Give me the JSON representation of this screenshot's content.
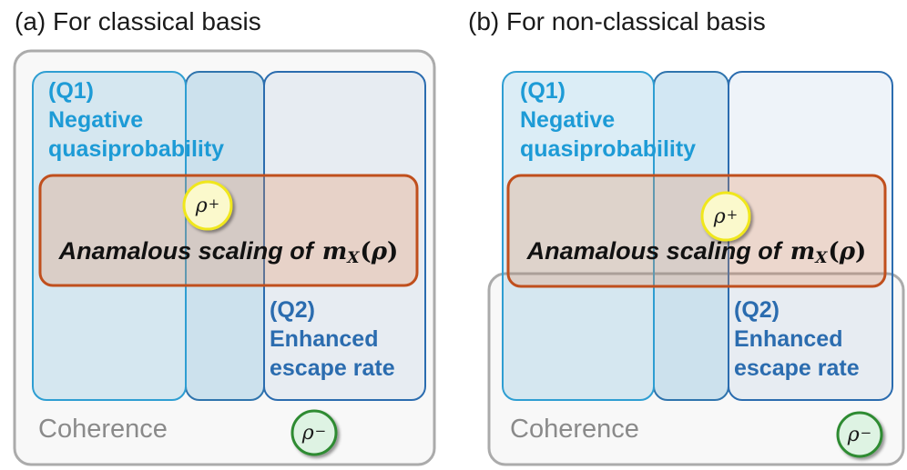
{
  "figure_type": "venn-style concept diagram, two panels",
  "colors": {
    "title_color": "#1a1a1a",
    "q1_accent": "#1d9bd6",
    "q1_border": "#2e9ed2",
    "q1_fill": "rgba(41,150,204,0.17)",
    "overlap_fill": "rgba(41,140,200,0.21)",
    "overlap_border": "#2f74ad",
    "q2_accent": "#2b6caf",
    "q2_border": "#2b6caf",
    "q2_fill": "rgba(43,108,176,0.08)",
    "anomalous_border": "#c04f1d",
    "anomalous_fill": "rgba(233,140,90,0.27)",
    "coherence_text": "#8a8a8a",
    "coherence_border": "#ababab",
    "coherence_fill": "#f8f8f8",
    "rho_plus_fill": "#fbf9cc",
    "rho_plus_border": "#f0e71d",
    "rho_minus_fill": "#def3e3",
    "rho_minus_border": "#2f8b31",
    "math_color": "#111111"
  },
  "panels": [
    {
      "title": "(a) For classical basis",
      "q1": {
        "tag": "(Q1)",
        "line1": "Negative",
        "line2": "quasiprobability"
      },
      "q2": {
        "tag": "(Q2)",
        "line1": "Enhanced",
        "line2": "escape rate"
      },
      "coherence": "Coherence",
      "anomalous": {
        "phrase": "Anamalous scaling of",
        "var": "m",
        "sub": "X",
        "open": "(",
        "rho": "ρ",
        "close": ")"
      },
      "rho_plus": {
        "symbol": "ρ",
        "sup": "+"
      },
      "rho_minus": {
        "symbol": "ρ",
        "sup": "−"
      }
    },
    {
      "title": "(b) For non-classical basis",
      "q1": {
        "tag": "(Q1)",
        "line1": "Negative",
        "line2": "quasiprobability"
      },
      "q2": {
        "tag": "(Q2)",
        "line1": "Enhanced",
        "line2": "escape rate"
      },
      "coherence": "Coherence",
      "anomalous": {
        "phrase": "Anamalous scaling of",
        "var": "m",
        "sub": "X",
        "open": "(",
        "rho": "ρ",
        "close": ")"
      },
      "rho_plus": {
        "symbol": "ρ",
        "sup": "+"
      },
      "rho_minus": {
        "symbol": "ρ",
        "sup": "−"
      }
    }
  ]
}
